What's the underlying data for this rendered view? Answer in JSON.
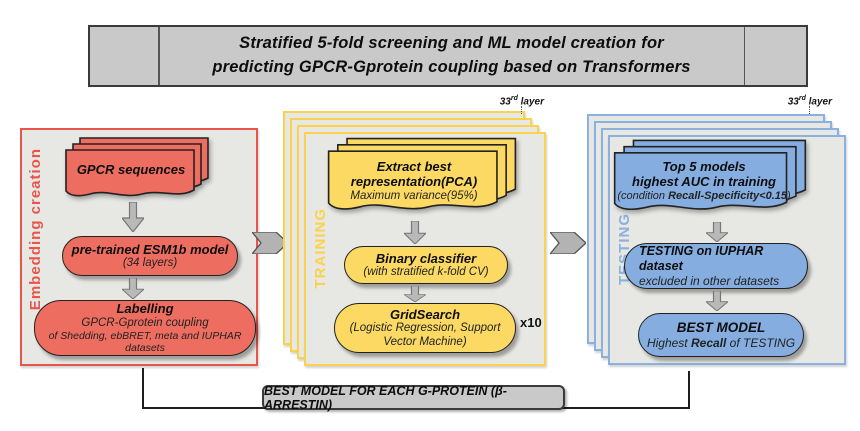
{
  "banner": {
    "title_line1": "Stratified 5-fold screening and  ML model creation for",
    "title_line2": "predicting GPCR-Gprotein coupling based on Transformers"
  },
  "embedding": {
    "label": "Embedding creation",
    "doc": {
      "title": "GPCR sequences"
    },
    "esm": {
      "title": "pre-trained ESM1b  model",
      "subtitle": "(34 layers)"
    },
    "labelling": {
      "title": "Labelling",
      "line2": "GPCR-Gprotein coupling",
      "line3": "of Shedding, ebBRET, meta and IUPHAR datasets"
    }
  },
  "training": {
    "label": "TRAINING",
    "layer_note": {
      "num": "33",
      "sup": "rd",
      "word": " layer"
    },
    "doc": {
      "line1": "Extract best",
      "line2": "representation(PCA)",
      "line3": "Maximum variance(95%)"
    },
    "classifier": {
      "title": "Binary classifier",
      "subtitle": "(with stratified k-fold CV)"
    },
    "gridsearch": {
      "title": "GridSearch",
      "subtitle": "(Logistic Regression, Support Vector Machine)",
      "repeat": "x10"
    }
  },
  "testing": {
    "label": "TESTING",
    "layer_note": {
      "num": "33",
      "sup": "rd",
      "word": " layer"
    },
    "doc": {
      "line1": "Top 5 models",
      "line2": "highest AUC in  training",
      "line3_prefix": "(condition ",
      "line3_strong": "Recall-Specificity<0.15",
      "line3_suffix": ")"
    },
    "iuphar": {
      "title": "TESTING on IUPHAR dataset",
      "subtitle": "excluded in other datasets"
    },
    "best": {
      "title": "BEST MODEL",
      "sub_prefix": "Highest ",
      "sub_strong": "Recall",
      "sub_suffix": " of TESTING"
    }
  },
  "footer": {
    "label": "BEST MODEL FOR EACH G-PROTEIN (β-ARRESTIN)"
  },
  "colors": {
    "red_border": "#e8564b",
    "red_fill": "#ee6d61",
    "yellow_border": "#fbd24e",
    "yellow_fill": "#fbd963",
    "blue_border": "#8ab1e0",
    "blue_fill": "#85ade0",
    "panel_bg": "#e7e7e4",
    "banner_bg": "#c9c9c9",
    "arrow_gray": "#b5b5b5"
  }
}
